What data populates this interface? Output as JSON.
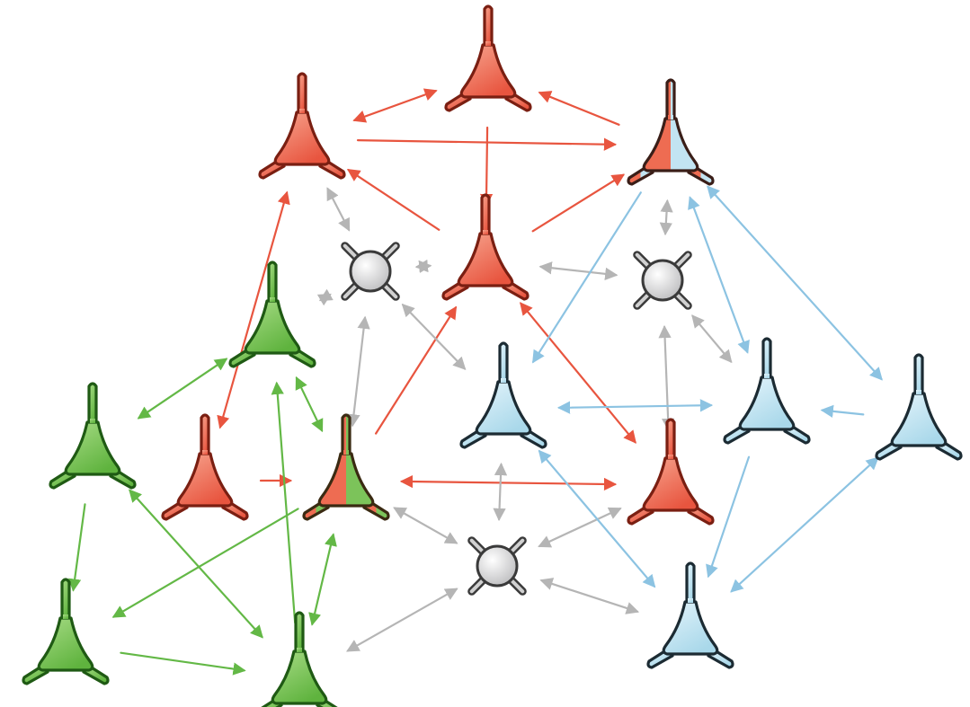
{
  "diagram": {
    "type": "neuron-network",
    "colors": {
      "red": "#e8553f",
      "red_dark": "#7a1f12",
      "green": "#5fb33e",
      "green_dark": "#1f5a14",
      "blue": "#a9d8ea",
      "blue_dark": "#1c2b33",
      "gray": "#d8d8d8",
      "gray_dark": "#3a3a3a",
      "edge_red": "#e8553f",
      "edge_green": "#63b846",
      "edge_blue": "#8cc3e2",
      "edge_gray": "#b5b5b5"
    },
    "nodes": [
      {
        "id": "r-top",
        "kind": "pyramidal",
        "color": "red",
        "icon": "pyramidal-neuron-icon"
      },
      {
        "id": "r-upper-left",
        "kind": "pyramidal",
        "color": "red",
        "icon": "pyramidal-neuron-icon"
      },
      {
        "id": "rb-upper-right",
        "kind": "pyramidal",
        "color": "red-blue",
        "icon": "pyramidal-neuron-icon"
      },
      {
        "id": "r-center",
        "kind": "pyramidal",
        "color": "red",
        "icon": "pyramidal-neuron-icon"
      },
      {
        "id": "i-left",
        "kind": "interneuron",
        "color": "gray",
        "icon": "interneuron-icon"
      },
      {
        "id": "i-right",
        "kind": "interneuron",
        "color": "gray",
        "icon": "interneuron-icon"
      },
      {
        "id": "i-bottom",
        "kind": "interneuron",
        "color": "gray",
        "icon": "interneuron-icon"
      },
      {
        "id": "g-upper",
        "kind": "pyramidal",
        "color": "green",
        "icon": "pyramidal-neuron-icon"
      },
      {
        "id": "g-left",
        "kind": "pyramidal",
        "color": "green",
        "icon": "pyramidal-neuron-icon"
      },
      {
        "id": "r-lower-left",
        "kind": "pyramidal",
        "color": "red",
        "icon": "pyramidal-neuron-icon"
      },
      {
        "id": "rg-center",
        "kind": "pyramidal",
        "color": "red-green",
        "icon": "pyramidal-neuron-icon"
      },
      {
        "id": "b-center",
        "kind": "pyramidal",
        "color": "blue",
        "icon": "pyramidal-neuron-icon"
      },
      {
        "id": "r-lower-right",
        "kind": "pyramidal",
        "color": "red",
        "icon": "pyramidal-neuron-icon"
      },
      {
        "id": "b-right",
        "kind": "pyramidal",
        "color": "blue",
        "icon": "pyramidal-neuron-icon"
      },
      {
        "id": "b-far-right",
        "kind": "pyramidal",
        "color": "blue",
        "icon": "pyramidal-neuron-icon"
      },
      {
        "id": "g-bottom-left",
        "kind": "pyramidal",
        "color": "green",
        "icon": "pyramidal-neuron-icon"
      },
      {
        "id": "g-bottom",
        "kind": "pyramidal",
        "color": "green",
        "icon": "pyramidal-neuron-icon"
      },
      {
        "id": "b-bottom",
        "kind": "pyramidal",
        "color": "blue",
        "icon": "pyramidal-neuron-icon"
      }
    ],
    "edges": [
      {
        "from": "r-upper-left",
        "to": "r-top",
        "color": "red",
        "bidirectional": true
      },
      {
        "from": "rb-upper-right",
        "to": "r-top",
        "color": "red",
        "bidirectional": false
      },
      {
        "from": "r-upper-left",
        "to": "rb-upper-right",
        "color": "red",
        "bidirectional": false
      },
      {
        "from": "r-top",
        "to": "r-center",
        "color": "red",
        "bidirectional": false
      },
      {
        "from": "r-center",
        "to": "r-upper-left",
        "color": "red",
        "bidirectional": false
      },
      {
        "from": "r-center",
        "to": "rb-upper-right",
        "color": "red",
        "bidirectional": false
      },
      {
        "from": "r-upper-left",
        "to": "r-lower-left",
        "color": "red",
        "bidirectional": true
      },
      {
        "from": "r-lower-left",
        "to": "rg-center",
        "color": "red",
        "bidirectional": false
      },
      {
        "from": "rg-center",
        "to": "r-center",
        "color": "red",
        "bidirectional": false
      },
      {
        "from": "r-center",
        "to": "r-lower-right",
        "color": "red",
        "bidirectional": true
      },
      {
        "from": "rg-center",
        "to": "r-lower-right",
        "color": "red",
        "bidirectional": true
      },
      {
        "from": "r-upper-left",
        "to": "i-left",
        "color": "gray",
        "bidirectional": true
      },
      {
        "from": "i-left",
        "to": "r-center",
        "color": "gray",
        "bidirectional": true
      },
      {
        "from": "i-left",
        "to": "g-upper",
        "color": "gray",
        "bidirectional": true
      },
      {
        "from": "i-left",
        "to": "rg-center",
        "color": "gray",
        "bidirectional": true
      },
      {
        "from": "i-left",
        "to": "b-center",
        "color": "gray",
        "bidirectional": true
      },
      {
        "from": "r-center",
        "to": "i-right",
        "color": "gray",
        "bidirectional": true
      },
      {
        "from": "rb-upper-right",
        "to": "i-right",
        "color": "gray",
        "bidirectional": true
      },
      {
        "from": "i-right",
        "to": "b-right",
        "color": "gray",
        "bidirectional": true
      },
      {
        "from": "i-right",
        "to": "r-lower-right",
        "color": "gray",
        "bidirectional": true
      },
      {
        "from": "b-center",
        "to": "i-bottom",
        "color": "gray",
        "bidirectional": true
      },
      {
        "from": "rg-center",
        "to": "i-bottom",
        "color": "gray",
        "bidirectional": true
      },
      {
        "from": "r-lower-right",
        "to": "i-bottom",
        "color": "gray",
        "bidirectional": true
      },
      {
        "from": "i-bottom",
        "to": "g-bottom",
        "color": "gray",
        "bidirectional": true
      },
      {
        "from": "i-bottom",
        "to": "b-bottom",
        "color": "gray",
        "bidirectional": true
      },
      {
        "from": "g-upper",
        "to": "g-left",
        "color": "green",
        "bidirectional": true
      },
      {
        "from": "g-upper",
        "to": "rg-center",
        "color": "green",
        "bidirectional": true
      },
      {
        "from": "g-left",
        "to": "g-bottom-left",
        "color": "green",
        "bidirectional": false
      },
      {
        "from": "g-left",
        "to": "g-bottom",
        "color": "green",
        "bidirectional": true
      },
      {
        "from": "g-bottom",
        "to": "g-upper",
        "color": "green",
        "bidirectional": false
      },
      {
        "from": "rg-center",
        "to": "g-bottom-left",
        "color": "green",
        "bidirectional": false
      },
      {
        "from": "g-bottom-left",
        "to": "g-bottom",
        "color": "green",
        "bidirectional": false
      },
      {
        "from": "g-bottom",
        "to": "rg-center",
        "color": "green",
        "bidirectional": true
      },
      {
        "from": "rb-upper-right",
        "to": "b-center",
        "color": "blue",
        "bidirectional": false
      },
      {
        "from": "rb-upper-right",
        "to": "b-right",
        "color": "blue",
        "bidirectional": true
      },
      {
        "from": "rb-upper-right",
        "to": "b-far-right",
        "color": "blue",
        "bidirectional": true
      },
      {
        "from": "b-right",
        "to": "b-center",
        "color": "blue",
        "bidirectional": true
      },
      {
        "from": "b-far-right",
        "to": "b-right",
        "color": "blue",
        "bidirectional": false
      },
      {
        "from": "b-right",
        "to": "b-bottom",
        "color": "blue",
        "bidirectional": false
      },
      {
        "from": "b-far-right",
        "to": "b-bottom",
        "color": "blue",
        "bidirectional": true
      },
      {
        "from": "b-center",
        "to": "b-bottom",
        "color": "blue",
        "bidirectional": true
      }
    ]
  }
}
